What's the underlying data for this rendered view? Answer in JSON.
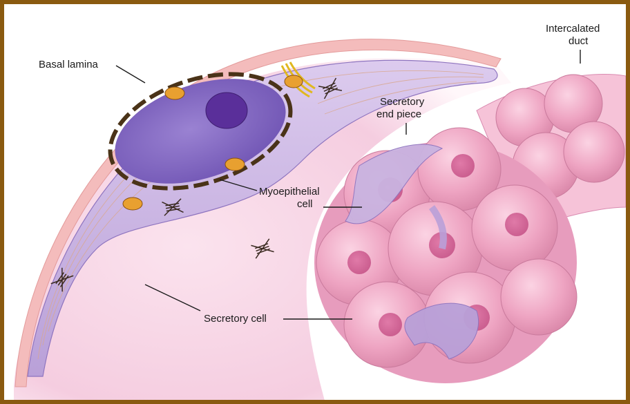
{
  "labels": {
    "basal_lamina": "Basal lamina",
    "intercalated_line1": "Intercalated",
    "intercalated_line2": "duct",
    "secretory_end_line1": "Secretory",
    "secretory_end_line2": "end piece",
    "myoepithelial_line1": "Myoepithelial",
    "myoepithelial_line2": "cell",
    "secretory_cell": "Secretory cell"
  },
  "colors": {
    "frame": "#8a5a10",
    "basal_lamina": "#f2b8b8",
    "myoepithelial": "#c9b3e0",
    "nucleus": "#7a5cb8",
    "secretory_cell": "#f2b8d0",
    "acinus_cell": "#f0a8c8",
    "mitochondria": "#e8a030"
  }
}
